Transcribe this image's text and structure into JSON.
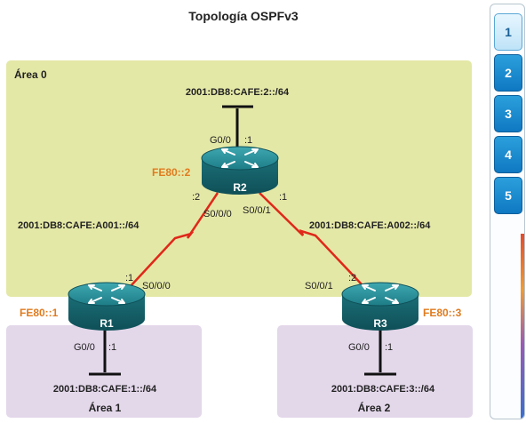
{
  "title": "Topología OSPFv3",
  "areas": {
    "area0": "Área 0",
    "area1": "Área 1",
    "area2": "Área 2"
  },
  "routers": {
    "r1": {
      "name": "R1",
      "link_local": "FE80::1"
    },
    "r2": {
      "name": "R2",
      "link_local": "FE80::2"
    },
    "r3": {
      "name": "R3",
      "link_local": "FE80::3"
    }
  },
  "lans": {
    "r1": {
      "network": "2001:DB8:CAFE:1::/64",
      "if": "G0/0",
      "host": ":1"
    },
    "r2": {
      "network": "2001:DB8:CAFE:2::/64",
      "if": "G0/0",
      "host": ":1"
    },
    "r3": {
      "network": "2001:DB8:CAFE:3::/64",
      "if": "G0/0",
      "host": ":1"
    }
  },
  "links": {
    "r1_r2": {
      "network": "2001:DB8:CAFE:A001::/64",
      "r2_if": "S0/0/0",
      "r2_host": ":2",
      "r1_if": "S0/0/0",
      "r1_host": ":1"
    },
    "r2_r3": {
      "network": "2001:DB8:CAFE:A002::/64",
      "r2_if": "S0/0/1",
      "r2_host": ":1",
      "r3_if": "S0/0/1",
      "r3_host": ":2"
    }
  },
  "steps": [
    "1",
    "2",
    "3",
    "4",
    "5"
  ],
  "active_step": "1",
  "colors": {
    "area0": "#e4e8a6",
    "area_other": "#e3d7ea",
    "serial_link": "#e0281a",
    "router": "#1f7f88",
    "link_local": "#e07b1f"
  }
}
